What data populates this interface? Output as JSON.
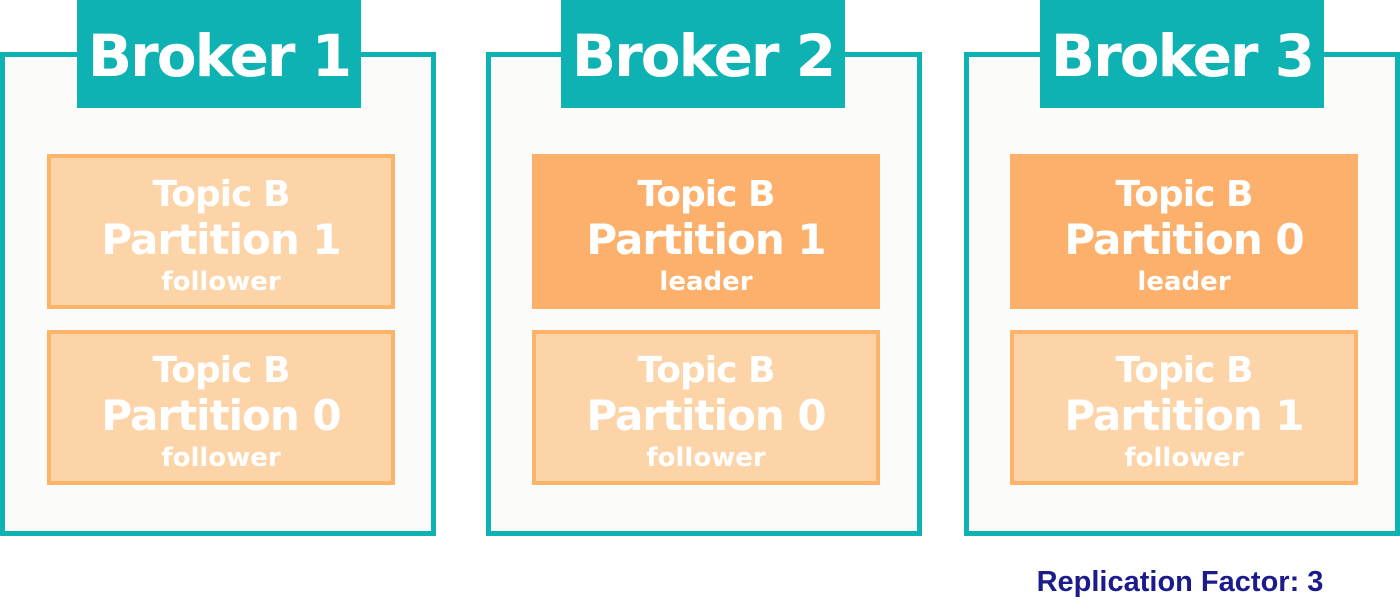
{
  "brokers": [
    {
      "title": "Broker 1",
      "partitions": [
        {
          "topic": "Topic B",
          "partition": "Partition 1",
          "role": "follower"
        },
        {
          "topic": "Topic B",
          "partition": "Partition 0",
          "role": "follower"
        }
      ]
    },
    {
      "title": "Broker 2",
      "partitions": [
        {
          "topic": "Topic B",
          "partition": "Partition 1",
          "role": "leader"
        },
        {
          "topic": "Topic B",
          "partition": "Partition 0",
          "role": "follower"
        }
      ]
    },
    {
      "title": "Broker 3",
      "partitions": [
        {
          "topic": "Topic B",
          "partition": "Partition 0",
          "role": "leader"
        },
        {
          "topic": "Topic B",
          "partition": "Partition 1",
          "role": "follower"
        }
      ]
    }
  ],
  "footer": {
    "replication_label": "Replication Factor: 3"
  },
  "colors": {
    "broker_accent": "#0fb2b2",
    "leader_fill": "#fdb06b",
    "follower_fill": "#fdd4a8",
    "follower_border": "#fbb46a",
    "footer_text": "#1b1b8c"
  }
}
